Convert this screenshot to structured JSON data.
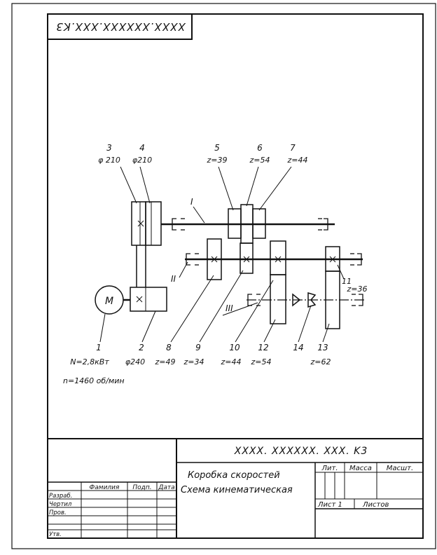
{
  "stamp_code": "XXXX.XXXXXX.XXX.K3",
  "title_code": "XXXX. XXXXXX. XXX. K3",
  "product_name": "Коробка скоростей",
  "doc_type": "Схема кинематическая",
  "columns": {
    "surname": "Фамилия",
    "signature": "Подп.",
    "date": "Дата",
    "letter": "Лит.",
    "mass": "Масса",
    "scale": "Масшт."
  },
  "rows": [
    "Разраб.",
    "Чертил",
    "Пров.",
    "",
    "Утв."
  ],
  "sheet_label": "Лист 1",
  "sheets_label": "Листов",
  "diagram": {
    "motor_symbol": "M",
    "shaft_labels": [
      "I",
      "II",
      "III"
    ],
    "parts_top": [
      {
        "num": "3",
        "spec": "φ 210"
      },
      {
        "num": "4",
        "spec": "φ210"
      },
      {
        "num": "5",
        "spec": "z=39"
      },
      {
        "num": "6",
        "spec": "z=54"
      },
      {
        "num": "7",
        "spec": "z=44"
      }
    ],
    "part11": {
      "num": "11",
      "spec": "z=36"
    },
    "parts_bottom": [
      {
        "num": "1",
        "spec": "N=2,8кВт"
      },
      {
        "num": "2",
        "spec": "φ240"
      },
      {
        "num": "8",
        "spec": "z=49"
      },
      {
        "num": "9",
        "spec": "z=34"
      },
      {
        "num": "10",
        "spec": "z=44"
      },
      {
        "num": "12",
        "spec": "z=54"
      },
      {
        "num": "14",
        "spec": ""
      },
      {
        "num": "13",
        "spec": "z=62"
      }
    ],
    "speed_note": "n=1460 об/мин"
  }
}
